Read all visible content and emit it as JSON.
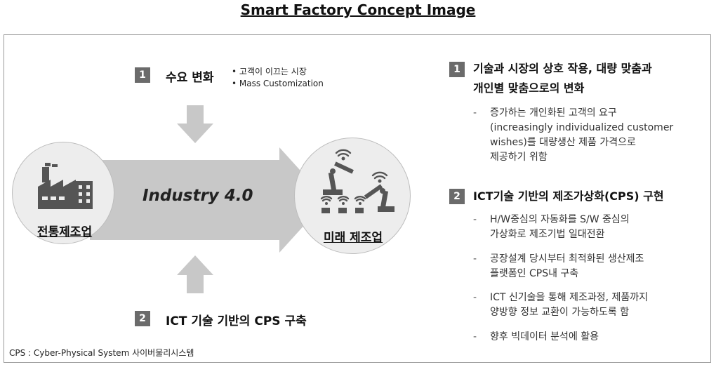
{
  "title": "Smart Factory Concept Image",
  "top_driver": {
    "number": "1",
    "label": "수요 변화",
    "bullets": [
      "고객이 이끄는 시장",
      "Mass Customization"
    ]
  },
  "bottom_driver": {
    "number": "2",
    "label": "ICT 기술 기반의 CPS 구축"
  },
  "center_arrow_label": "Industry 4.0",
  "left_circle": {
    "label": "전통제조업",
    "icon": "factory-icon"
  },
  "right_circle": {
    "label": "미래 제조업",
    "icon": "robot-arms-wifi-icon"
  },
  "footnote": "CPS : Cyber-Physical System 사이버물리시스템",
  "right_panel": {
    "section1": {
      "number": "1",
      "heading_line1": "기술과 시장의 상호 작용, 대량 맞춤과",
      "heading_line2": "개인별 맞춤으로의 변화",
      "items": [
        [
          "증가하는 개인화된 고객의 요구",
          "(increasingly individualized customer",
          "wishes)를 대량생산 제품 가격으로",
          "제공하기 위함"
        ]
      ]
    },
    "section2": {
      "number": "2",
      "heading": "ICT기술 기반의 제조가상화(CPS) 구현",
      "items": [
        [
          "H/W중심의 자동화를 S/W 중심의",
          "가상화로 제조기법 일대전환"
        ],
        [
          "공장설계 당시부터 최적화된 생산제조",
          "플랫폼인 CPS내 구축"
        ],
        [
          "ICT 신기술을 통해 제조과정, 제품까지",
          "양방향 정보 교환이 가능하도록 함"
        ],
        [
          "향후 빅데이터 분석에 활용"
        ]
      ]
    }
  },
  "colors": {
    "arrow_fill": "#c8c8c8",
    "number_box": "#6b6b6b",
    "circle_fill": "#ededed",
    "icon": "#555555"
  }
}
